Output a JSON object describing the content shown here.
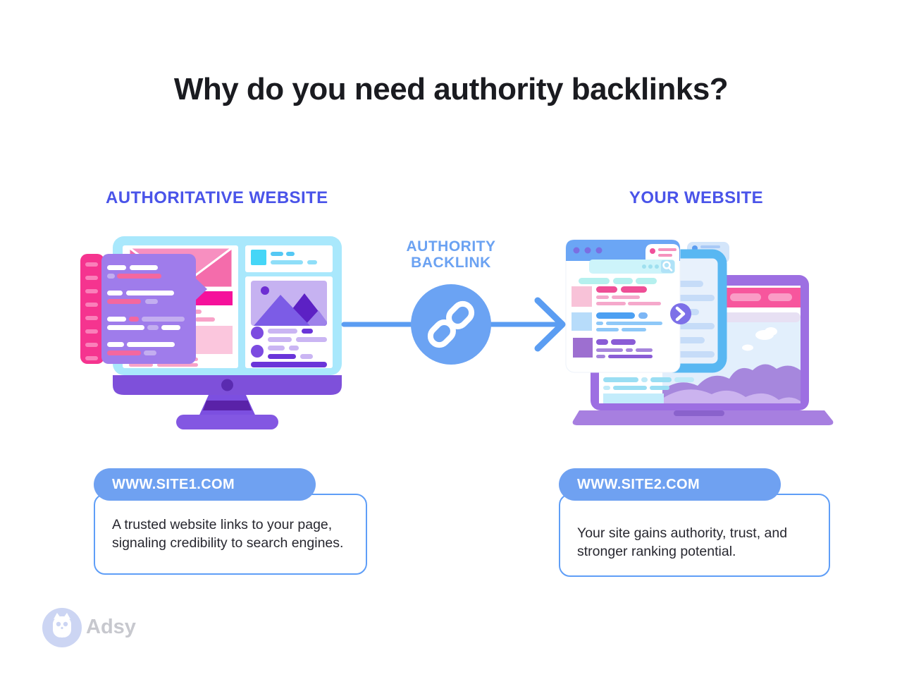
{
  "title": "Why do you need authority backlinks?",
  "sections": {
    "left": {
      "header": "AUTHORITATIVE WEBSITE",
      "site_pill": "WWW.SITE1.COM",
      "description": "A trusted website links to your page, signaling credibility to search engines.",
      "illustration": "desktop-monitor-with-webpage-and-code-overlay"
    },
    "right": {
      "header": "YOUR WEBSITE",
      "site_pill": "WWW.SITE2.COM",
      "description": "Your site gains authority, trust, and stronger ranking potential.",
      "illustration": "laptop-with-browser-search-windows"
    }
  },
  "connector": {
    "label_line1": "AUTHORITY",
    "label_line2": "BACKLINK",
    "icon": "chain-link-icon",
    "direction": "left-to-right"
  },
  "brand": {
    "name": "Adsy",
    "icon": "owl-icon"
  },
  "colors": {
    "title_text": "#1a1b20",
    "section_header_text": "#4a54e9",
    "connector_blue": "#6ba2f2",
    "pill_background": "#6fa1f1",
    "card_border": "#5f9ef7",
    "body_text": "#27272f",
    "monitor_bezel": "#a9e8fc",
    "monitor_purple": "#7c4fe0",
    "code_strip_magenta": "#f5348f",
    "code_panel_purple": "#9f7ceb",
    "accent_pink": "#f5119b",
    "laptop_purple": "#9d6fe2",
    "brand_text": "#c7c8ce"
  }
}
